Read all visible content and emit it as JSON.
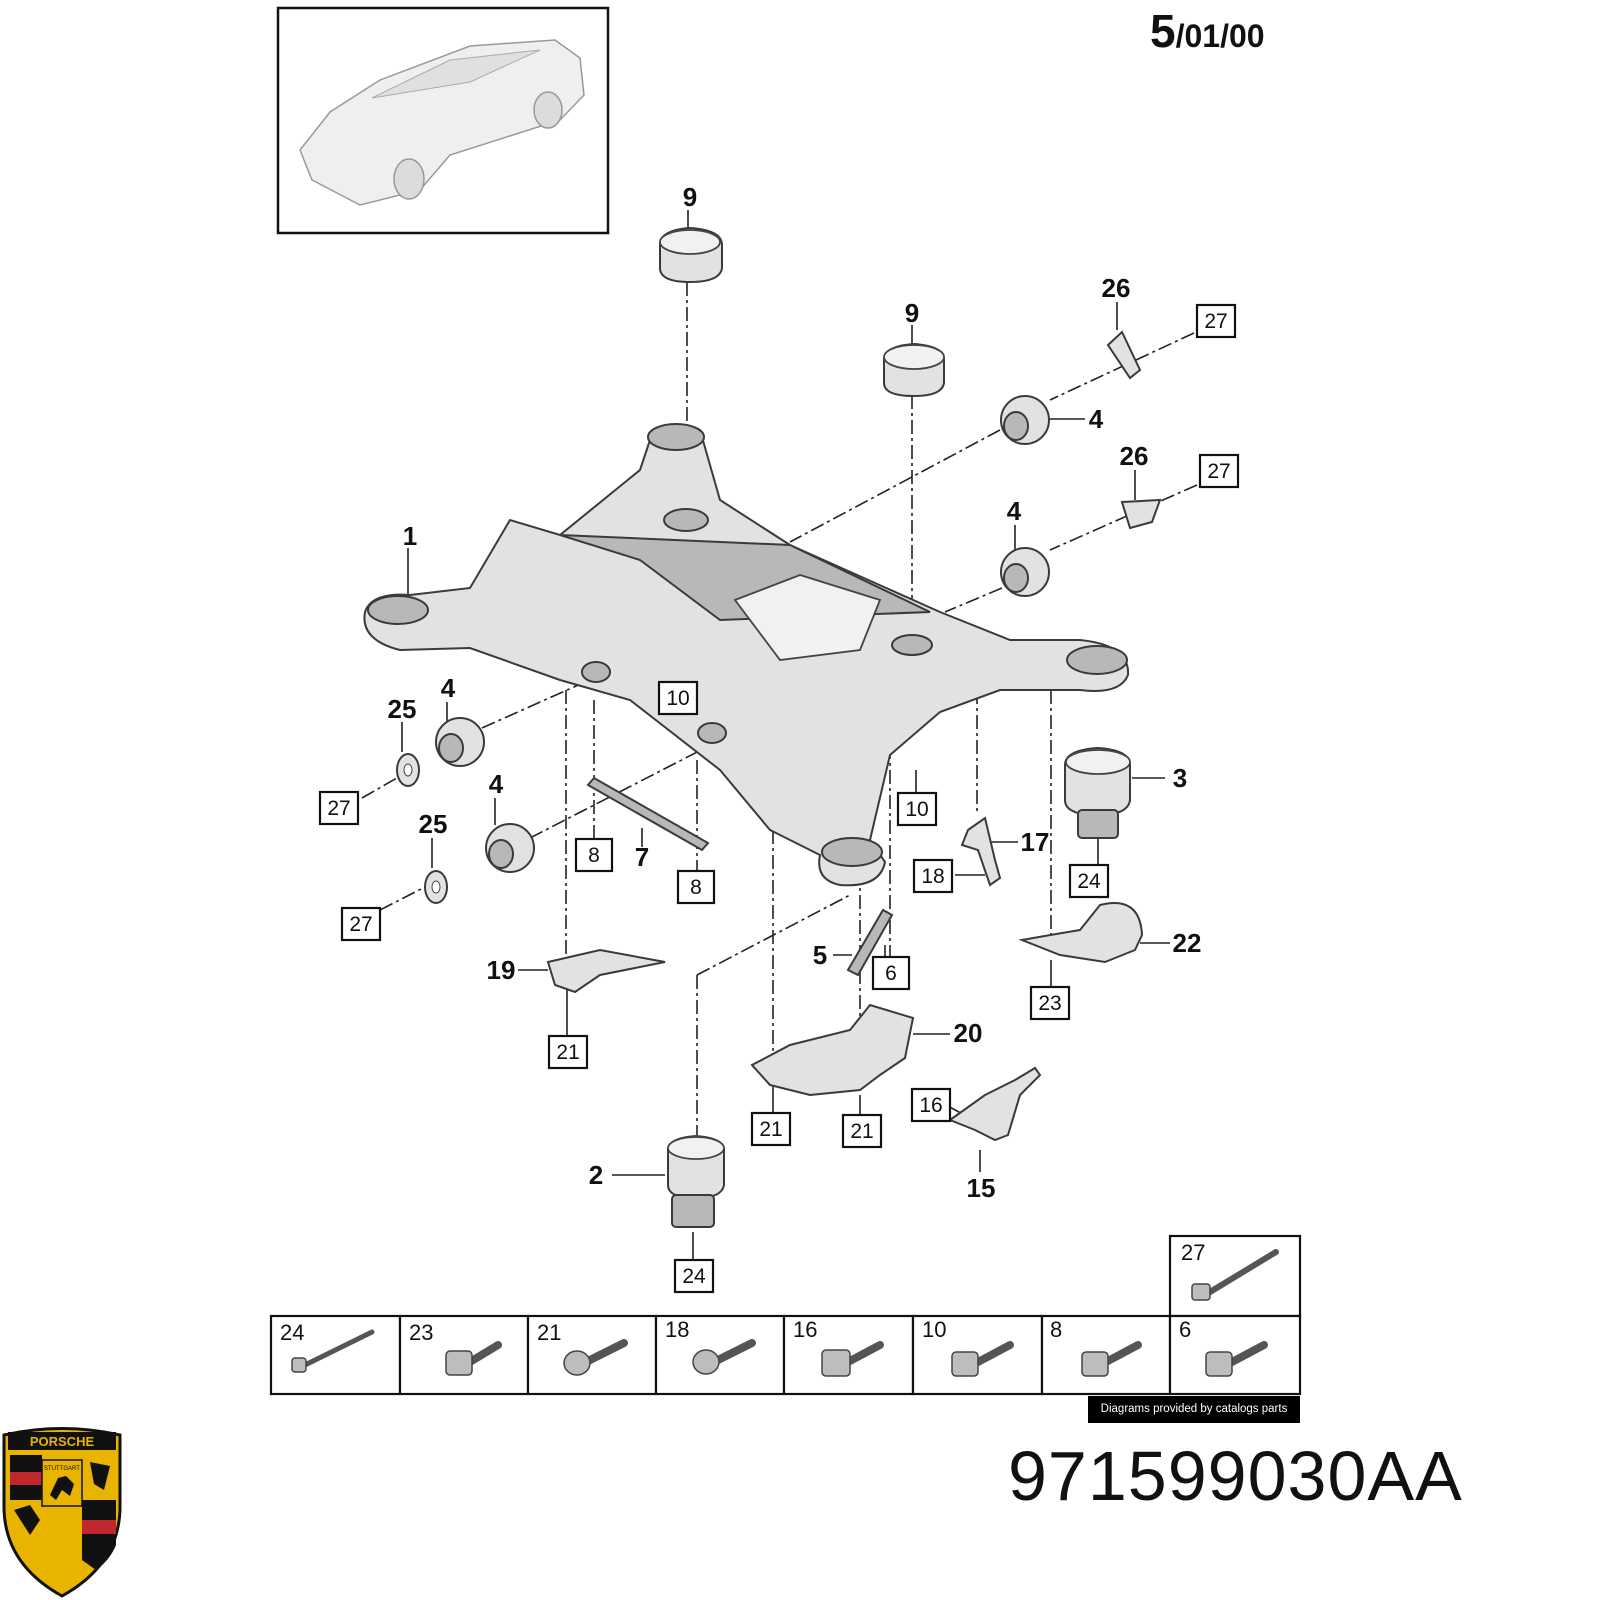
{
  "page_number": {
    "major": "5",
    "minor": "/01/00"
  },
  "credit": "Diagrams provided by catalogs parts",
  "part_number": "971599030AA",
  "logo": {
    "text_top": "PORSCHE",
    "text_city": "STUTTGART",
    "colors": {
      "gold": "#e8b400",
      "red": "#c0282d",
      "black": "#111111"
    }
  },
  "callouts": [
    {
      "label": "9"
    },
    {
      "label": "9"
    },
    {
      "label": "26"
    },
    {
      "label": "4"
    },
    {
      "label": "26"
    },
    {
      "label": "4"
    },
    {
      "label": "1"
    },
    {
      "label": "4"
    },
    {
      "label": "25"
    },
    {
      "label": "4"
    },
    {
      "label": "25"
    },
    {
      "label": "3"
    },
    {
      "label": "17"
    },
    {
      "label": "7"
    },
    {
      "label": "22"
    },
    {
      "label": "19"
    },
    {
      "label": "5"
    },
    {
      "label": "20"
    },
    {
      "label": "2"
    },
    {
      "label": "15"
    }
  ],
  "reference_boxes": [
    {
      "label": "27"
    },
    {
      "label": "27"
    },
    {
      "label": "10"
    },
    {
      "label": "27"
    },
    {
      "label": "10"
    },
    {
      "label": "27"
    },
    {
      "label": "8"
    },
    {
      "label": "8"
    },
    {
      "label": "18"
    },
    {
      "label": "24"
    },
    {
      "label": "6"
    },
    {
      "label": "23"
    },
    {
      "label": "21"
    },
    {
      "label": "21"
    },
    {
      "label": "21"
    },
    {
      "label": "16"
    },
    {
      "label": "24"
    }
  ],
  "fastener_table": {
    "top_cell": "27",
    "cells": [
      "24",
      "23",
      "21",
      "18",
      "16",
      "10",
      "8",
      "6"
    ]
  }
}
